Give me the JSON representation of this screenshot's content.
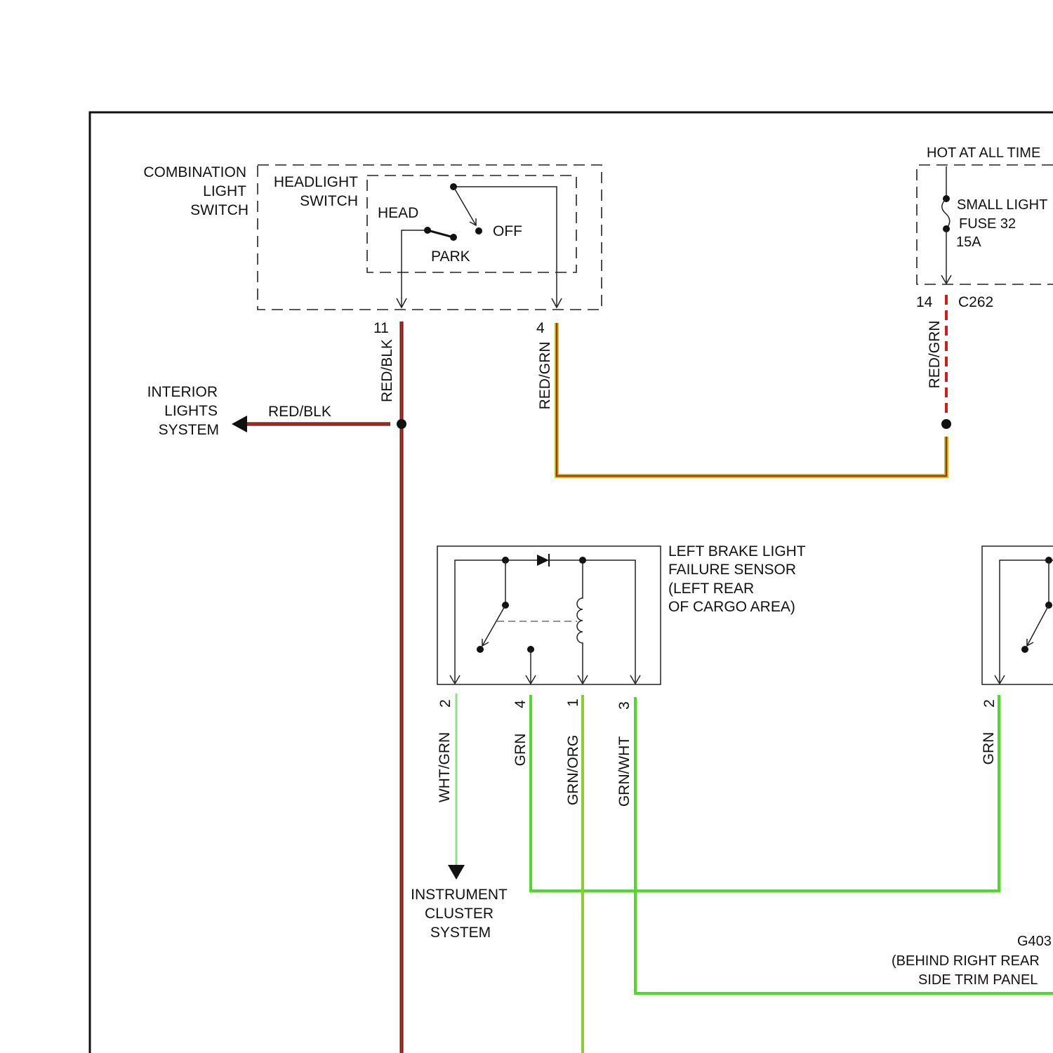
{
  "combination_light_switch": {
    "label": [
      "COMBINATION",
      "LIGHT",
      "SWITCH"
    ],
    "headlight_switch": {
      "label": [
        "HEADLIGHT",
        "SWITCH"
      ],
      "head": "HEAD",
      "off": "OFF",
      "park": "PARK"
    },
    "pins": {
      "red_blk": "11",
      "red_grn": "4"
    }
  },
  "fuse_block": {
    "hot_label": "HOT AT ALL TIME",
    "fuse_label": [
      "SMALL LIGHT",
      "FUSE 32",
      "15A"
    ],
    "connector_pin": "14",
    "connector": "C262"
  },
  "interior_lights": {
    "label": [
      "INTERIOR",
      "LIGHTS",
      "SYSTEM"
    ]
  },
  "instrument_cluster": {
    "label": [
      "INSTRUMENT",
      "CLUSTER",
      "SYSTEM"
    ]
  },
  "left_brake_light_failure_sensor": {
    "label": [
      "LEFT BRAKE LIGHT",
      "FAILURE SENSOR",
      "(LEFT REAR",
      "OF CARGO AREA)"
    ],
    "pins": [
      "2",
      "4",
      "1",
      "3"
    ]
  },
  "right_brake_light_failure_sensor": {
    "pins": [
      "2"
    ]
  },
  "ground": {
    "label": [
      "G403",
      "(BEHIND RIGHT REAR",
      "SIDE TRIM PANEL"
    ]
  },
  "wires": {
    "switch_pin_11": "RED/BLK",
    "switch_pin_4": "RED/GRN",
    "interior_lights_feed": "RED/BLK",
    "fuse_output": "RED/GRN",
    "left_sensor_pin_2": "WHT/GRN",
    "left_sensor_pin_4": "GRN",
    "left_sensor_pin_1": "GRN/ORG",
    "left_sensor_pin_3": "GRN/WHT",
    "right_sensor_pin_2": "GRN"
  },
  "colors": {
    "red": "#c8211d",
    "black": "#1a1a1a",
    "yellow_green": "#a9d820",
    "green": "#4fd92b",
    "light_green": "#8fe280",
    "green_orange": "#86cf2c"
  }
}
